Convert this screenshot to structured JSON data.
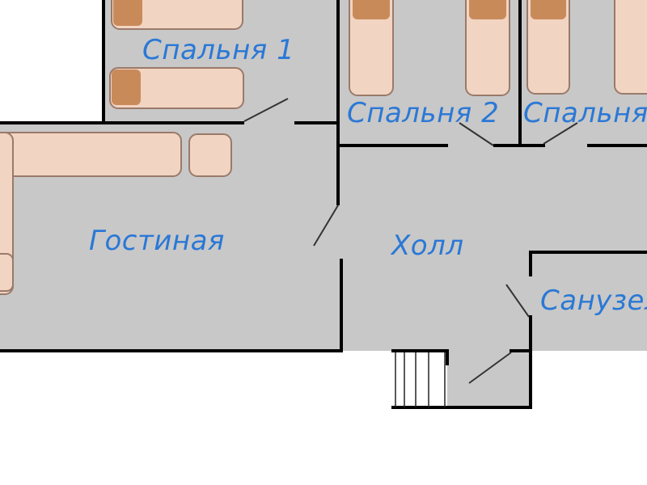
{
  "rooms": {
    "bedroom1": "Спальня 1",
    "bedroom2": "Спальня 2",
    "bedroom3": "Спальня",
    "living": "Гостиная",
    "hall": "Холл",
    "bathroom": "Санузел"
  },
  "colors": {
    "floor": "#c8c8c8",
    "wall": "#000000",
    "furniture": "#f2d4c2",
    "pillow": "#c98a5a",
    "label": "#2a78d6"
  }
}
